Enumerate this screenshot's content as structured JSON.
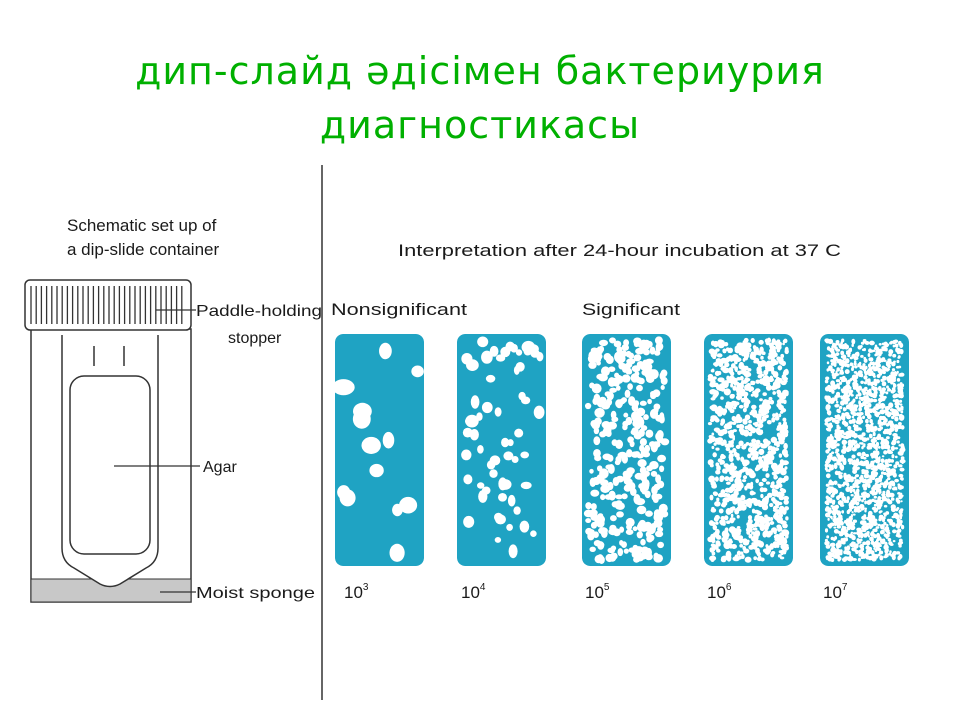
{
  "title": {
    "line1": "дип-слайд әдісімен бактериурия",
    "line2": "диагностикасы"
  },
  "container": {
    "heading_line1": "Schematic set up of",
    "heading_line2": "a dip-slide container",
    "stopper_label_line1": "Paddle-holding",
    "stopper_label_line2": "stopper",
    "agar_label": "Agar",
    "sponge_label": "Moist sponge"
  },
  "interpretation": {
    "heading": "Interpretation after 24-hour incubation at 37 C",
    "nonsignificant_label": "Nonsignificant",
    "significant_label": "Significant",
    "slides": [
      {
        "base": "10",
        "exponent": "3"
      },
      {
        "base": "10",
        "exponent": "4"
      },
      {
        "base": "10",
        "exponent": "5"
      },
      {
        "base": "10",
        "exponent": "6"
      },
      {
        "base": "10",
        "exponent": "7"
      }
    ]
  },
  "colors": {
    "title": "#00b000",
    "agar_slide": "#1fa3c3",
    "colony": "#ffffff",
    "sponge": "#c8c8c8"
  }
}
